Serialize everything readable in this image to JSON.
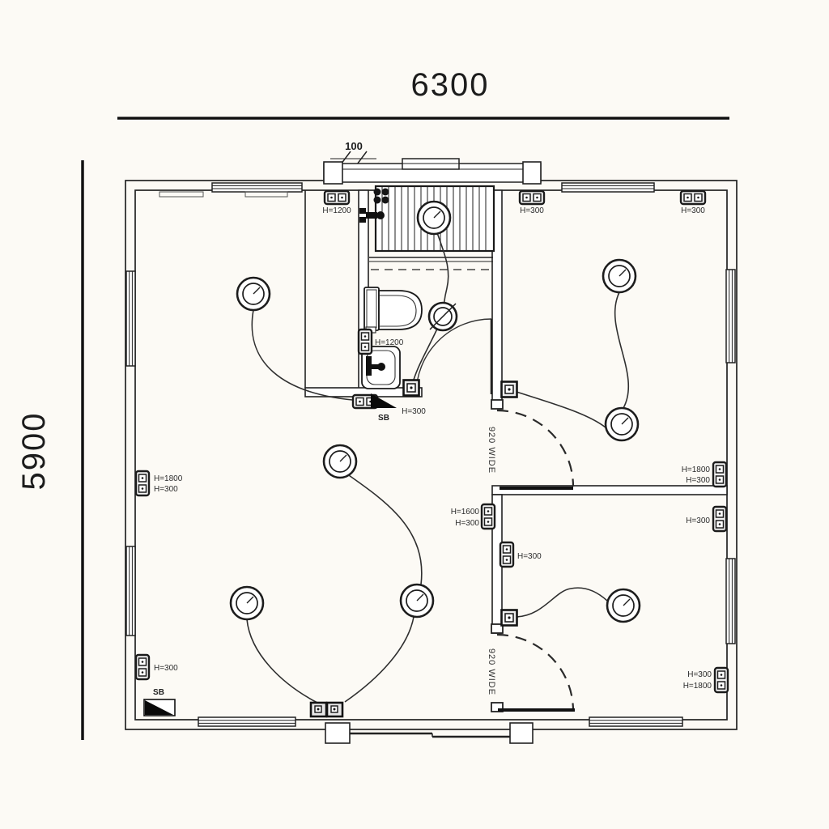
{
  "dimensions": {
    "width": "6300",
    "height": "5900",
    "wall_thickness": "100"
  },
  "doors": {
    "upper": "920 WIDE",
    "lower": "920 WIDE"
  },
  "switchboard": {
    "bath_label": "SB",
    "corner_label": "SB"
  },
  "outlet_labels": {
    "entry_wall": "H=1200",
    "bath_top": "H=300",
    "bed1_top": "H=300",
    "left_mid_upper": "H=1800",
    "left_mid_lower": "H=300",
    "left_low": "H=300",
    "right_mid_upper": "H=1800",
    "right_mid_lower": "H=300",
    "right_low": "H=300",
    "right_bottom_upper": "H=300",
    "right_bottom_lower": "H=1800",
    "hall_upper": "H=1600",
    "hall_lower": "H=300",
    "bed2_wall": "H=300",
    "bath_inner": "H=1200",
    "bath_low": "H=300"
  }
}
